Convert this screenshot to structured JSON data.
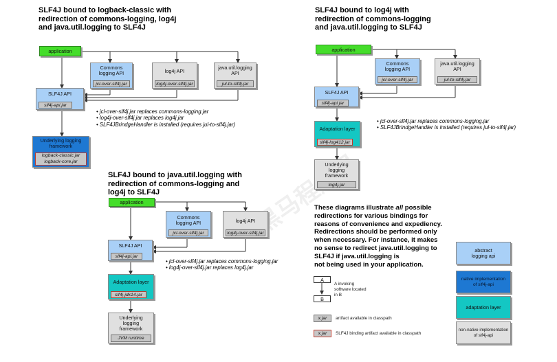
{
  "diagram1": {
    "title": "SLF4J bound to logback-classic with\nredirection of commons-logging, log4j\nand java.util.logging to SLF4J",
    "application": "application",
    "commons": {
      "label": "Commons\nlogging API",
      "jar": "jcl-over-slf4j.jar"
    },
    "log4j": {
      "label": "log4j API",
      "jar": "log4j-over-slf4j.jar"
    },
    "jul": {
      "label": "java.util.logging\nAPI",
      "jar": "jul-to-slf4j.jar"
    },
    "slf4j": {
      "label": "SLF4J API",
      "jar": "slf4j-api.jar"
    },
    "underlying": {
      "label": "Underlying logging\nframework",
      "jar": "logback-classic.jar\nlogback-core.jar"
    },
    "notes": [
      "jcl-over-slf4j.jar replaces commons-logging.jar",
      "log4j-over-slf4j.jar replaces log4j.jar",
      "SLF4JBrindgeHandler is installed (requires jul-to-slf4j.jar)"
    ]
  },
  "diagram2": {
    "title": "SLF4J bound to log4j with\nredirection of commons-logging\nand java.util.logging to SLF4J",
    "application": "application",
    "commons": {
      "label": "Commons\nlogging API",
      "jar": "jcl-over-slf4j.jar"
    },
    "jul": {
      "label": "java.util.logging\nAPI",
      "jar": "jul-to-slf4j.jar"
    },
    "slf4j": {
      "label": "SLF4J API",
      "jar": "slf4j-api.jar"
    },
    "adaptation": {
      "label": "Adaptation layer",
      "jar": "slf4j-log412.jar"
    },
    "underlying": {
      "label": "Underlying\nlogging\nframework",
      "jar": "log4j.jar"
    },
    "notes": [
      "jcl-over-slf4j.jar replaces commons-logging.jar",
      "SLF4JBrindgeHandler is installed (requires jul-to-slf4j.jar)"
    ]
  },
  "diagram3": {
    "title": "SLF4J bound to java.util.logging with\nredirection of commons-logging and\nlog4j to SLF4J",
    "application": "application",
    "commons": {
      "label": "Commons\nlogging API",
      "jar": "jcl-over-slf4j.jar"
    },
    "log4j": {
      "label": "log4j API",
      "jar": "log4j-over-slf4j.jar"
    },
    "slf4j": {
      "label": "SLF4J API",
      "jar": "slf4j-api.jar"
    },
    "adaptation": {
      "label": "Adaptation layer",
      "jar": "slf4j-jdk14.jar"
    },
    "underlying": {
      "label": "Underlying\nlogging\nframework",
      "jar": "JVM runtime"
    },
    "notes": [
      "jcl-over-slf4j.jar replaces commons-logging.jar",
      "log4j-over-slf4j.jar replaces log4j.jar"
    ]
  },
  "explanation": {
    "line1_pre": "These diagrams illustrate ",
    "line1_em": "all",
    "line1_post": " possible",
    "rest": "redirections for various bindings for\nreasons of convenience and expediency.\nRedirections should be performed only\nwhen necessary. For instance, it makes\nno sense to redirect java.util.logging to\nSLF4J if java.util.logging is\nnot being used in your application."
  },
  "legend": {
    "a": "A",
    "b": "B",
    "ab_text": "A invoking\nsoftware located\nin B",
    "jar": "x.jar",
    "jar_text": "artifact available in classpath",
    "binding_jar": "x.jar",
    "binding_text": "SLF4J binding artifact available in classpath",
    "abstract": "abstract\nlogging api",
    "native": "native implementation\nof slf4j-api",
    "adaptation": "adaptation layer",
    "nonnative": "non-native implementation\nof slf4j-api"
  },
  "colors": {
    "application": "#44dd2a",
    "api": "#a9d0f7",
    "native": "#1e78d2",
    "adaptation": "#14c7c3",
    "nonnative": "#e0e0e0"
  },
  "watermark": "黑马程序员"
}
